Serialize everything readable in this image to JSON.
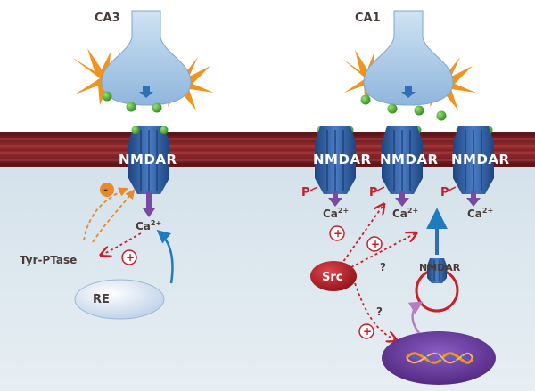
{
  "regions": {
    "left": "CA3",
    "right": "CA1"
  },
  "receptors": {
    "label": "NMDAR",
    "internal_label": "NMDAR"
  },
  "ions": {
    "calcium": "Ca",
    "calcium_charge": "2+"
  },
  "enzymes": {
    "phosphatase": "Tyr-PTase",
    "kinase": "Src",
    "endosome": "RE"
  },
  "marks": {
    "phospho": "P",
    "positive": "+",
    "negative": "-",
    "unknown": "?"
  },
  "colors": {
    "membrane": "#7a1e22",
    "cytoplasm": "#dde7ee",
    "receptor": "#2f5fa3",
    "terminal": "#a9cbe8",
    "glia": "#f0941e",
    "glutamate": "#4aa82e",
    "kinase": "#b8232b",
    "nucleus": "#6a3aa0"
  }
}
